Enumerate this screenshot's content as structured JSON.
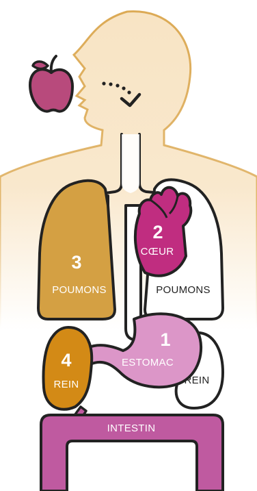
{
  "colors": {
    "body_fill": "#f8e4c4",
    "body_outline": "#dcaa55",
    "outline": "#222222",
    "lung_brown": "#d4a043",
    "heart": "#c02d80",
    "stomach": "#dc96c8",
    "kidney_gold": "#d38a16",
    "intestine": "#bf5aa0",
    "apple": "#b84a7c",
    "white": "#ffffff"
  },
  "organs": {
    "heart": {
      "number": "2",
      "label": "CŒUR"
    },
    "left_lung": {
      "number": "3",
      "label": "POUMONS"
    },
    "right_lung": {
      "label": "POUMONS"
    },
    "stomach": {
      "number": "1",
      "label": "ESTOMAC"
    },
    "left_kidney": {
      "number": "4",
      "label": "REIN"
    },
    "right_kidney": {
      "label": "REIN"
    },
    "intestine": {
      "label": "INTESTIN"
    }
  },
  "icons": [
    "apple-icon",
    "swallow-arrow-icon"
  ]
}
